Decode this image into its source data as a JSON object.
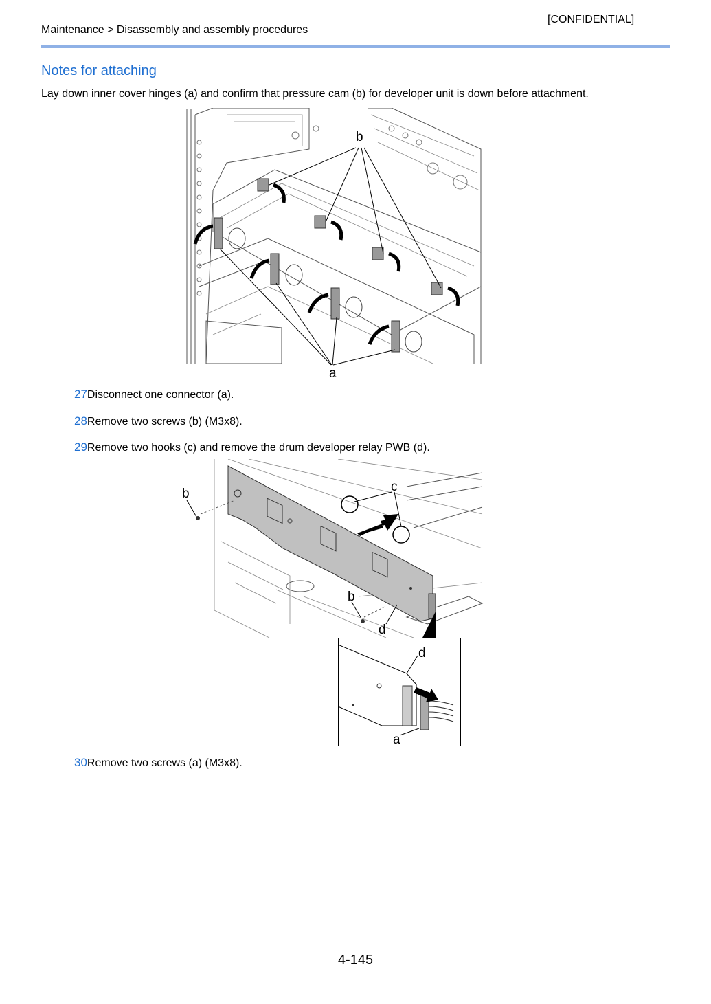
{
  "header": {
    "confidential": "[CONFIDENTIAL]",
    "breadcrumb": "Maintenance > Disassembly and assembly procedures"
  },
  "section": {
    "title": "Notes for attaching",
    "intro": "Lay down inner cover hinges (a) and confirm that pressure cam (b) for developer unit is down before attachment."
  },
  "figure1": {
    "label_b": "b",
    "label_a": "a"
  },
  "steps": [
    {
      "num": "27",
      "text": "Disconnect one connector (a)."
    },
    {
      "num": "28",
      "text": "Remove two screws (b) (M3x8)."
    },
    {
      "num": "29",
      "text": "Remove two hooks (c) and remove the drum developer relay PWB (d)."
    },
    {
      "num": "30",
      "text": "Remove two screws (a) (M3x8)."
    }
  ],
  "figure2": {
    "label_b1": "b",
    "label_c": "c",
    "label_b2": "b",
    "label_d": "d"
  },
  "figure3": {
    "label_d": "d",
    "label_a": "a"
  },
  "footer": {
    "page_number": "4-145"
  },
  "colors": {
    "accent": "#1f6fd1",
    "rule": "#8fb1e6"
  }
}
